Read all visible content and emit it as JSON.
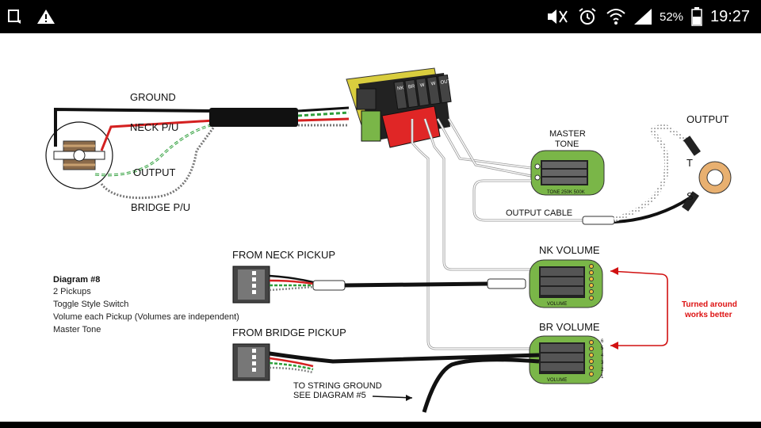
{
  "status_bar": {
    "battery_percent": "52%",
    "time": "19:27",
    "icons": [
      "screenshot-icon",
      "warning-icon",
      "mute-icon",
      "alarm-icon",
      "wifi-icon",
      "signal-icon",
      "battery-icon"
    ]
  },
  "diagram": {
    "pickup_labels": {
      "ground": "GROUND",
      "neck": "NECK P/U",
      "output": "OUTPUT",
      "bridge": "BRIDGE P/U"
    },
    "switch_pins": [
      "NK",
      "BR",
      "W",
      "W",
      "OUT"
    ],
    "master_tone": {
      "line1": "MASTER",
      "line2": "TONE"
    },
    "output_jack": {
      "title": "OUTPUT",
      "tip": "T",
      "sleeve": "S"
    },
    "output_cable": "OUTPUT CABLE",
    "nk_volume": "NK VOLUME",
    "br_volume": "BR VOLUME",
    "from_neck": "FROM NECK PICKUP",
    "from_bridge": "FROM BRIDGE PICKUP",
    "string_ground": {
      "line1": "TO STRING GROUND",
      "line2": "SEE DIAGRAM #5"
    },
    "notes": {
      "title": "Diagram #8",
      "lines": [
        "2 Pickups",
        "Toggle Style Switch",
        "Volume each Pickup (Volumes are independent)",
        "Master Tone"
      ]
    },
    "red_note": {
      "line1": "Turned around",
      "line2": "works better"
    },
    "pin_numbers": [
      "6",
      "5",
      "4",
      "3",
      "2",
      "1"
    ],
    "board_text": {
      "tone_top": "TONE",
      "tone_side": "250K 500K",
      "volume_bottom": "VOLUME"
    },
    "colors": {
      "red_wire": "#d42020",
      "green_wire": "#2e9e3a",
      "board_green": "#7ab648",
      "switch_red": "#e02626",
      "switch_yellow": "#d9cd3e",
      "annotation": "#d11111"
    }
  }
}
